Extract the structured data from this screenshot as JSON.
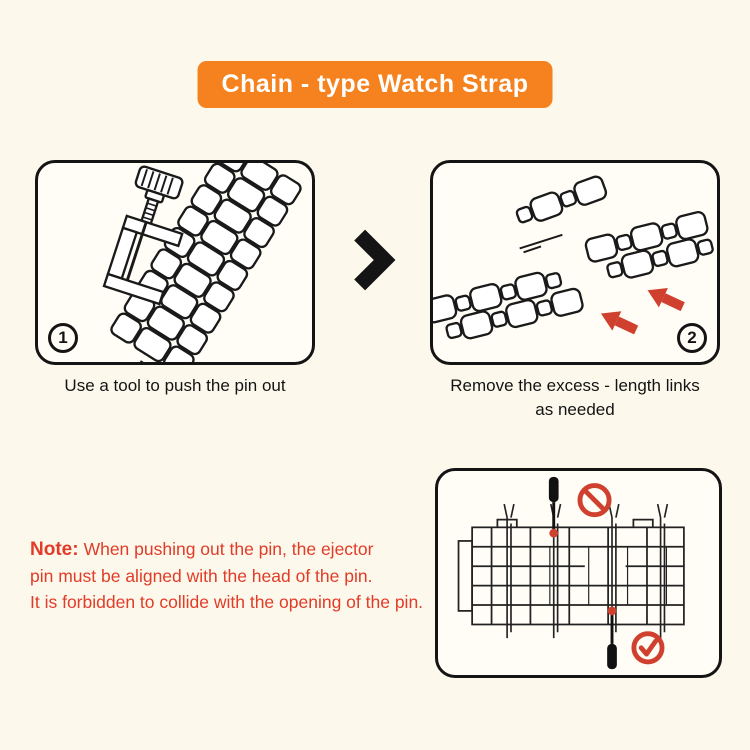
{
  "page": {
    "background_color": "#fcf9ec",
    "panel_border_color": "#141414"
  },
  "title": {
    "label": "Chain - type Watch Strap",
    "bg_color": "#f5821f",
    "text_color": "#ffffff"
  },
  "step1": {
    "number": "1",
    "caption": "Use a tool to push the pin out"
  },
  "step2": {
    "number": "2",
    "caption_line1": "Remove the excess - length links",
    "caption_line2": "as needed"
  },
  "note": {
    "label": "Note:",
    "line1": "When pushing out the pin, the ejector",
    "line2": "pin must be aligned with the head of the pin.",
    "line3": "It is forbidden to collide with the opening of the pin.",
    "text_color": "#e23b28"
  },
  "icons": {
    "between_panels": "chevron-right-icon",
    "wrong": "prohibition-icon",
    "correct": "check-circle-icon",
    "accent_color": "#d0402e"
  }
}
